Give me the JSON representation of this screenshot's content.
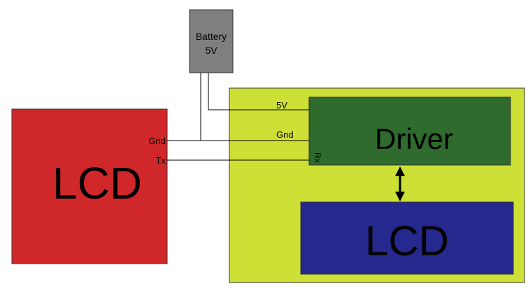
{
  "colors": {
    "background": "#ffffff",
    "battery_fill": "#7f7f7f",
    "left_lcd_fill": "#d0282a",
    "board_fill": "#cde036",
    "driver_fill": "#2e6b2d",
    "inner_lcd_fill": "#25298e",
    "line": "#000000",
    "border": "#333333"
  },
  "battery": {
    "line1": "Battery",
    "line2": "5V"
  },
  "left_lcd": {
    "label": "LCD"
  },
  "driver": {
    "label": "Driver"
  },
  "inner_lcd": {
    "label": "LCD"
  },
  "wire_labels": {
    "gnd_left": "Gnd",
    "tx": "Tx",
    "v5": "5V",
    "gnd_right": "Gnd",
    "rx": "Rx"
  },
  "connection": {
    "arrow": "double-headed-arrow"
  }
}
